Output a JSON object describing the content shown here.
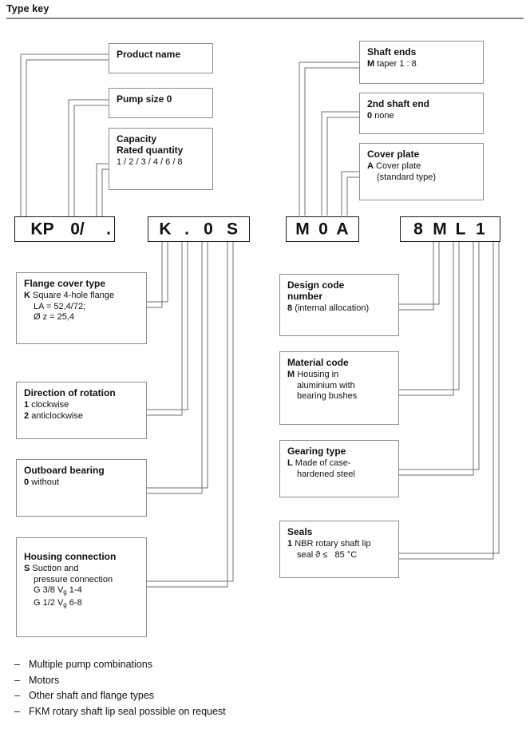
{
  "page": {
    "title": "Type key"
  },
  "codebars": [
    {
      "name": "left-code-bar-1",
      "chars": [
        "KP",
        "0/",
        "."
      ]
    },
    {
      "name": "left-code-bar-2",
      "chars": [
        "K",
        ".",
        "0",
        "S"
      ]
    },
    {
      "name": "right-code-bar-1",
      "chars": [
        "M",
        "0",
        "A"
      ]
    },
    {
      "name": "right-code-bar-2",
      "chars": [
        "8",
        "M",
        "L",
        "1"
      ]
    }
  ],
  "boxes": {
    "product_name": {
      "title": "Product name",
      "lines": []
    },
    "pump_size": {
      "title": "Pump size 0",
      "lines": []
    },
    "capacity": {
      "title": "Capacity\nRated quantity",
      "lines": [
        {
          "key": "",
          "text": "1 / 2 / 3 / 4 / 6 / 8",
          "indent": false
        }
      ]
    },
    "shaft_ends": {
      "title": "Shaft ends",
      "lines": [
        {
          "key": "M",
          "text": "taper 1 : 8",
          "indent": false
        }
      ]
    },
    "second_shaft_end": {
      "title": "2nd shaft end",
      "lines": [
        {
          "key": "0",
          "text": "none",
          "indent": false
        }
      ]
    },
    "cover_plate": {
      "title": "Cover plate",
      "lines": [
        {
          "key": "A",
          "text": "Cover plate",
          "indent": false
        },
        {
          "key": "",
          "text": "(standard type)",
          "indent": true
        }
      ]
    },
    "flange_cover_type": {
      "title": "Flange cover type",
      "lines": [
        {
          "key": "K",
          "text": "Square 4-hole flange",
          "indent": false
        },
        {
          "key": "",
          "text": "LA = 52,4/72;",
          "indent": true
        },
        {
          "key": "",
          "text": "Ø z = 25,4",
          "indent": true
        }
      ]
    },
    "direction_of_rotation": {
      "title": "Direction of rotation",
      "lines": [
        {
          "key": "1",
          "text": "clockwise",
          "indent": false
        },
        {
          "key": "2",
          "text": "anticlockwise",
          "indent": false
        }
      ]
    },
    "outboard_bearing": {
      "title": "Outboard bearing",
      "lines": [
        {
          "key": "0",
          "text": "without",
          "indent": false
        }
      ]
    },
    "housing_connection": {
      "title": "Housing connection",
      "lines": [
        {
          "key": "S",
          "text": "Suction and",
          "indent": false
        },
        {
          "key": "",
          "text": "pressure connection",
          "indent": true
        }
      ],
      "line_g1_pre": "G 3/8 V",
      "line_g1_sub": "g",
      "line_g1_post": " 1-4",
      "line_g2_pre": "G 1/2 V",
      "line_g2_sub": "g",
      "line_g2_post": " 6-8"
    },
    "design_code_number": {
      "title": "Design code\nnumber",
      "lines": [
        {
          "key": "8",
          "text": "(internal allocation)",
          "indent": false
        }
      ]
    },
    "material_code": {
      "title": "Material code",
      "lines": [
        {
          "key": "M",
          "text": "Housing in",
          "indent": false
        },
        {
          "key": "",
          "text": "aluminium with",
          "indent": true
        },
        {
          "key": "",
          "text": "bearing bushes",
          "indent": true
        }
      ]
    },
    "gearing_type": {
      "title": "Gearing type",
      "lines": [
        {
          "key": "L",
          "text": "Made of case-",
          "indent": false
        },
        {
          "key": "",
          "text": "hardened steel",
          "indent": true
        }
      ]
    },
    "seals": {
      "title": "Seals",
      "lines": [
        {
          "key": "1",
          "text": "NBR rotary shaft lip",
          "indent": false
        },
        {
          "key": "",
          "text": "seal ϑ ≤   85 °C",
          "indent": true
        }
      ]
    }
  },
  "bullets": [
    "Multiple pump combinations",
    "Motors",
    "Other shaft and flange types",
    "FKM rotary shaft lip seal possible on request"
  ],
  "bullet_dash": "–",
  "colors": {
    "text": "#111111",
    "box_border": "#8c8c8c",
    "codebar_border": "#1a1a1a",
    "connector": "#6f6f6f",
    "rule": "#8a8a8a"
  }
}
